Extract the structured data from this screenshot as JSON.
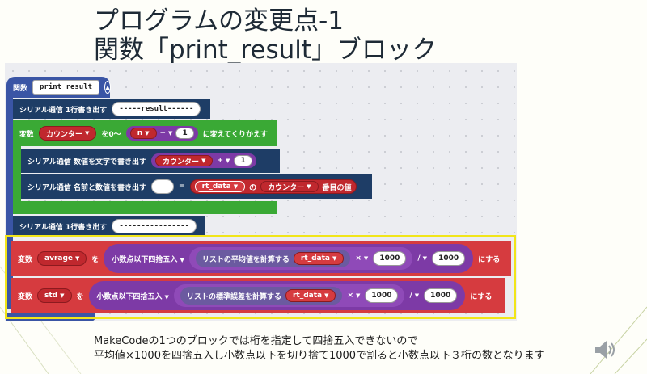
{
  "title": {
    "line1": "プログラムの変更点-1",
    "line2": "関数「print_result」ブロック"
  },
  "blocks": {
    "func_keyword": "関数",
    "func_name": "print_result",
    "serial1_label": "シリアル通信 1行書き出す",
    "serial1_value": "-----result------",
    "loop_var_keyword": "変数",
    "loop_var_name": "カウンター",
    "loop_from": "を0〜",
    "loop_n": "n",
    "loop_minus": "−",
    "loop_one": "1",
    "loop_suffix": "に変えてくりかえす",
    "serial2_label": "シリアル通信 数値を文字で書き出す",
    "serial2_var": "カウンター",
    "serial2_plus": "+",
    "serial2_one": "1",
    "serial3_label": "シリアル通信 名前と数値を書き出す",
    "serial3_eq": "=",
    "serial3_arr": "rt_data",
    "serial3_of": "の",
    "serial3_idx": "カウンター",
    "serial3_suffix": "番目の値",
    "serial4_label": "シリアル通信 1行書き出す",
    "serial4_value": "----------------",
    "avg_var_keyword": "変数",
    "avg_var": "avrage",
    "avg_wo": "を",
    "avg_round": "小数点以下四捨五入",
    "avg_mean": "リストの平均値を計算する",
    "avg_arr": "rt_data",
    "avg_times": "×",
    "avg_1000a": "1000",
    "avg_div": "/",
    "avg_1000b": "1000",
    "avg_suffix": "にする",
    "std_var_keyword": "変数",
    "std_var": "std",
    "std_wo": "を",
    "std_round": "小数点以下四捨五入",
    "std_err": "リストの標準誤差を計算する",
    "std_arr": "rt_data",
    "std_times": "×",
    "std_1000a": "1000",
    "std_div": "/",
    "std_1000b": "1000",
    "std_suffix": "にする"
  },
  "caption": {
    "line1": "MakeCodeの1つのブロックでは桁を指定して四捨五入できないので",
    "line2": "平均値×1000を四捨五入し小数点以下を切り捨て1000で割ると小数点以下３桁の数となります"
  },
  "colors": {
    "serial": "#1e3d66",
    "variable": "#d63b3f",
    "loop": "#3aa935",
    "math": "#7d3aa6",
    "highlight": "#f1e519"
  },
  "icons": [
    "collapse-arrow-icon",
    "speaker-icon"
  ]
}
